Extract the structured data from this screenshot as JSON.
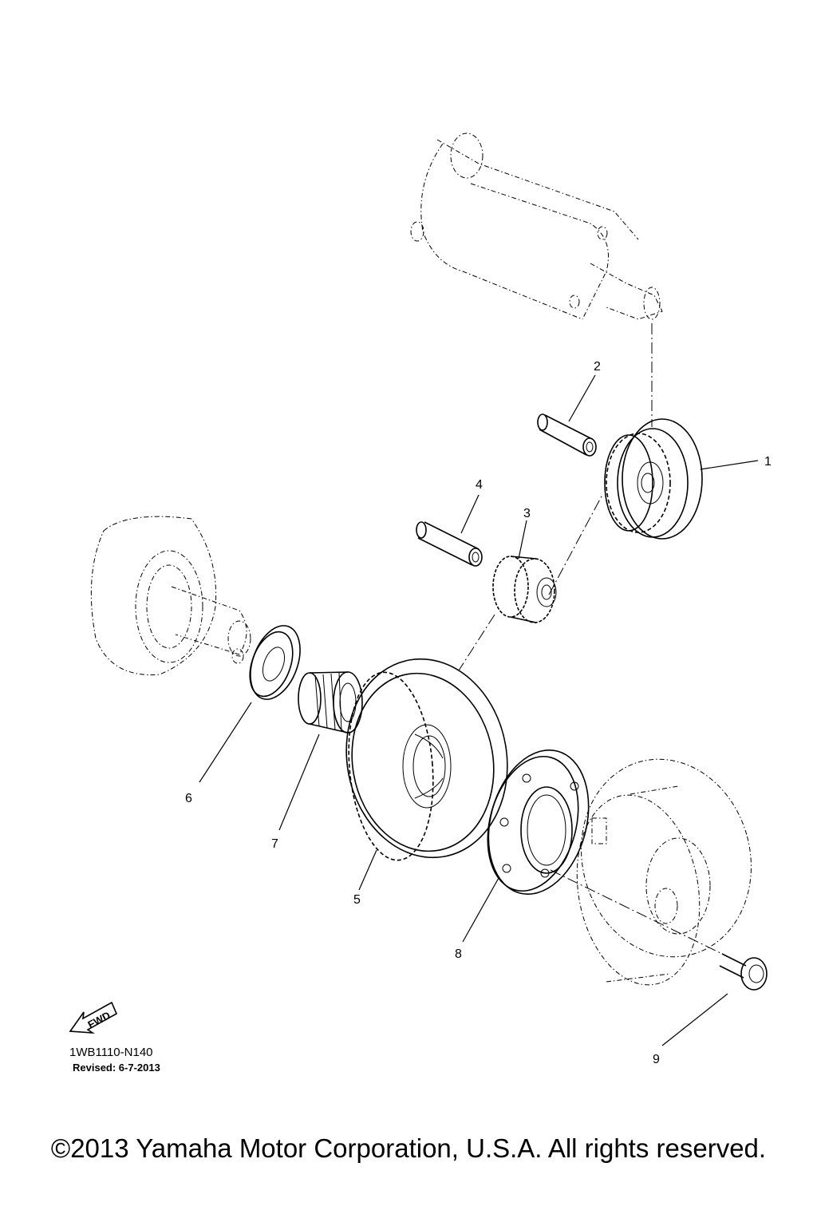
{
  "callouts": {
    "c1": "1",
    "c2": "2",
    "c3": "3",
    "c4": "4",
    "c5": "5",
    "c6": "6",
    "c7": "7",
    "c8": "8",
    "c9": "9"
  },
  "fwd_label": "FWD",
  "part_code": "1WB1110-N140",
  "revised": "Revised: 6-7-2013",
  "copyright": "©2013 Yamaha Motor Corporation, U.S.A. All rights reserved."
}
